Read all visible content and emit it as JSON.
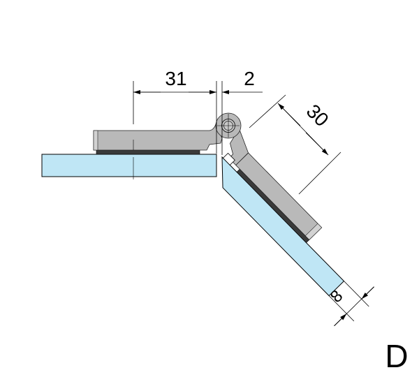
{
  "dimensions": {
    "leaf_length": "31",
    "gap": "2",
    "angled_leaf_length": "30",
    "glass_thickness": "8"
  },
  "view_label": "D",
  "colors": {
    "glass": "#bfe6f5",
    "leaf": "#b9b9b9",
    "leaf_light": "#d2d2d2",
    "gasket": "#3a3a3a",
    "line": "#000000"
  }
}
